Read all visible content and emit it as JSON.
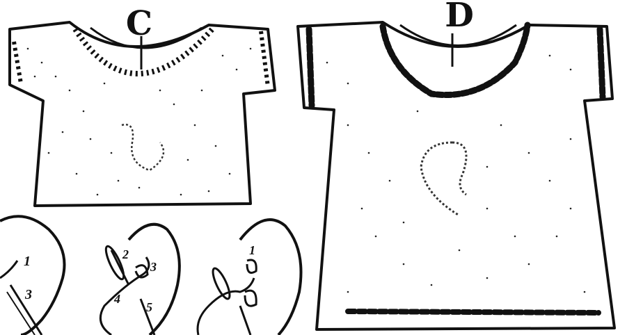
{
  "figure": {
    "label_c": "C",
    "label_d": "D",
    "steps": {
      "panel_1": {
        "n1": "1",
        "n3": "3"
      },
      "panel_2": {
        "n2": "2",
        "n3": "3",
        "n4": "4",
        "n5": "5"
      },
      "panel_3": {
        "n1": "1"
      }
    },
    "ink_color": "#111111",
    "paper_color": "#ffffff"
  }
}
